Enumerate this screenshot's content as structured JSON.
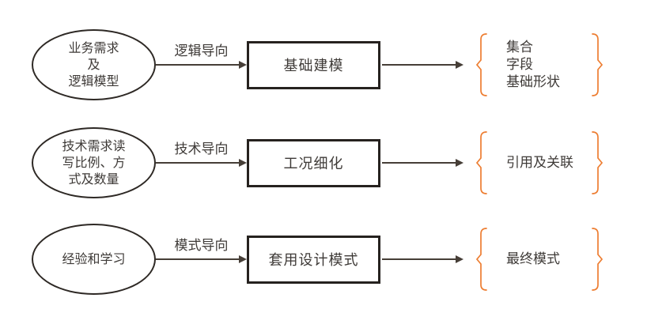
{
  "colors": {
    "accent_orange": "#ED7D31",
    "shape_border": "#2E2925",
    "box_border": "#26221F",
    "arrow": "#463E37",
    "text": "#3E3A37"
  },
  "rows": [
    {
      "ellipse_lines": [
        "业务需求",
        "及",
        "逻辑模型"
      ],
      "arrow_label": "逻辑导向",
      "box_label": "基础建模",
      "bracket_lines": [
        "集合",
        "字段",
        "基础形状"
      ]
    },
    {
      "ellipse_lines": [
        "技术需求读",
        "写比例、方",
        "式及数量"
      ],
      "arrow_label": "技术导向",
      "box_label": "工况细化",
      "bracket_lines": [
        "引用及关联"
      ]
    },
    {
      "ellipse_lines": [
        "经验和学习"
      ],
      "arrow_label": "模式导向",
      "box_label": "套用设计模式",
      "bracket_lines": [
        "最终模式"
      ]
    }
  ]
}
